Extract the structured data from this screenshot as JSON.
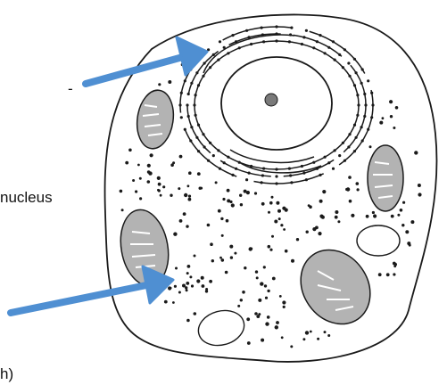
{
  "labels": {
    "dash": "-",
    "nucleus": "nucleus",
    "paren": "h)"
  },
  "colors": {
    "arrow": "#4f8fd2",
    "outline": "#1a1a1a",
    "mitochondria_fill": "#b3b3b3",
    "background": "#ffffff"
  },
  "parts": [
    "cell-membrane",
    "nucleus",
    "nucleolus",
    "rough-er",
    "mitochondria",
    "vacuoles",
    "ribosomes",
    "arrows"
  ]
}
